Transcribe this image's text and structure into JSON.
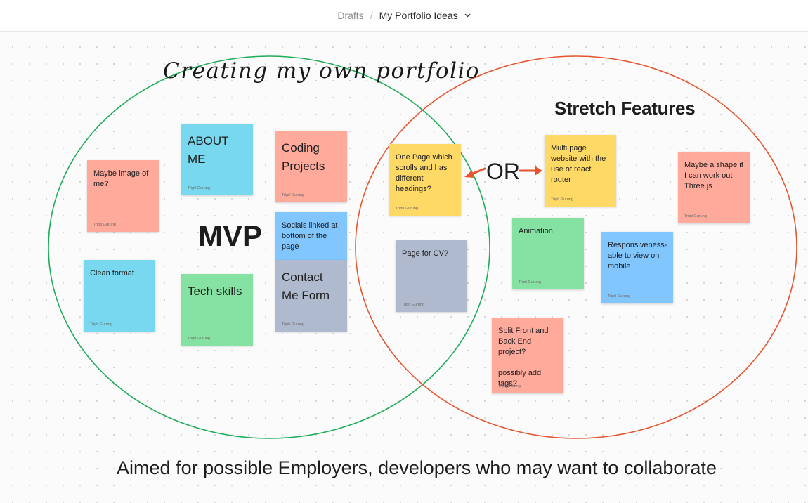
{
  "breadcrumb": {
    "root": "Drafts",
    "separator": "/",
    "file_name": "My Portfolio Ideas",
    "menu_icon": "chevron-down-icon"
  },
  "board": {
    "title": "Creating my own portfolio",
    "stretch_title": "Stretch Features",
    "mvp_label": "MVP",
    "or_label": "OR",
    "footer_note": "Aimed for possible Employers, developers who may want to collaborate",
    "colors": {
      "mvp_circle": "#1fac5a",
      "stretch_circle": "#e4562f",
      "arrow": "#e4562f"
    }
  },
  "stickies": [
    {
      "text": "Maybe image of me?",
      "author": "Tripti Gurung",
      "color": "red"
    },
    {
      "text": "ABOUT ME",
      "author": "Tripti Gurung",
      "color": "cyan"
    },
    {
      "text": "Coding Projects",
      "author": "Tripti Gurung",
      "color": "red"
    },
    {
      "text": "Socials linked at bottom of the page",
      "author": "",
      "color": "blue"
    },
    {
      "text": "Contact Me Form",
      "author": "Tripti Gurung",
      "color": "grey"
    },
    {
      "text": "Clean format",
      "author": "Tripti Gurung",
      "color": "cyan"
    },
    {
      "text": "Tech skills",
      "author": "Tripti Gurung",
      "color": "green"
    },
    {
      "text": "One Page which scrolls and has different headings?",
      "author": "Tripti Gurung",
      "color": "yellow"
    },
    {
      "text": "Page for CV?",
      "author": "Tripti Gurung",
      "color": "grey"
    },
    {
      "text": "Multi page website with the use of react router",
      "author": "Tripti Gurung",
      "color": "yellow"
    },
    {
      "text": "Maybe a shape if I can work out Three.js",
      "author": "Tripti Gurung",
      "color": "red"
    },
    {
      "text": "Animation",
      "author": "Tripti Gurung",
      "color": "green"
    },
    {
      "text": "Responsiveness- able to view on mobile",
      "author": "Tripti Gurung",
      "color": "blue"
    },
    {
      "text": "Split Front and Back End project?\n\npossibly add tags?",
      "author": "Tripti Gurung",
      "color": "red"
    }
  ]
}
